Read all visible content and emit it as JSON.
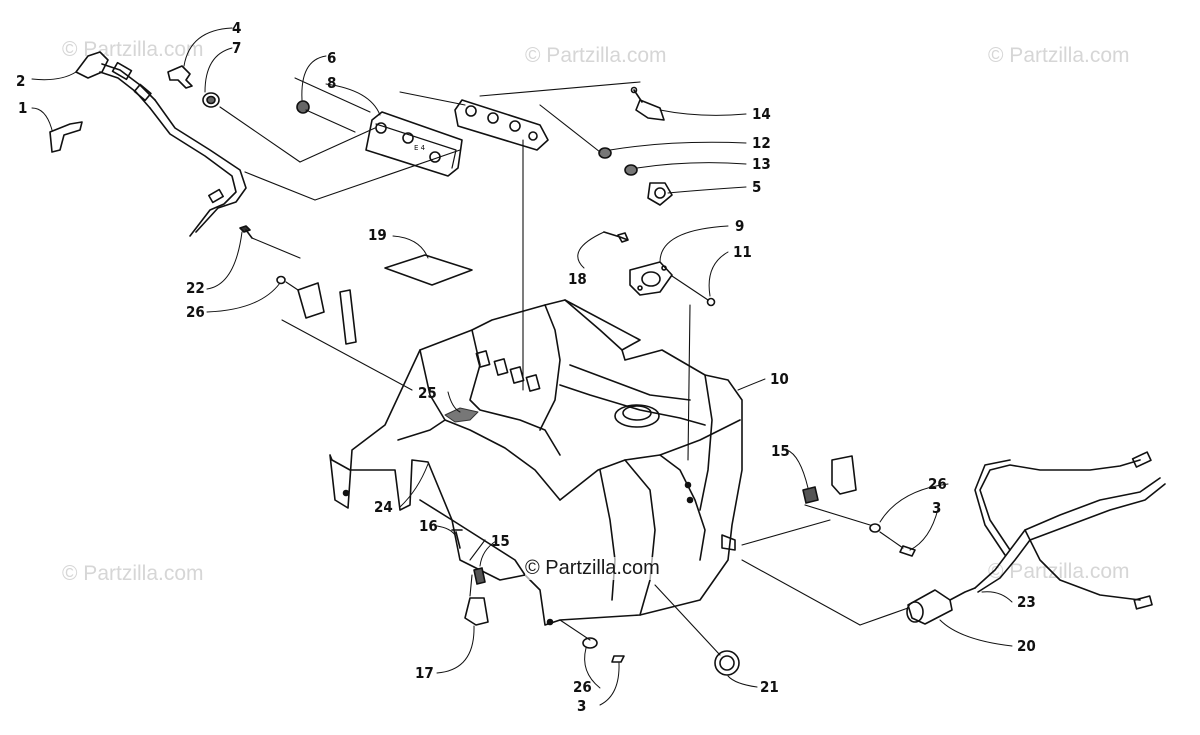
{
  "watermarks": [
    "© Partzilla.com",
    "© Partzilla.com",
    "© Partzilla.com",
    "© Partzilla.com",
    "© Partzilla.com",
    "© Partzilla.com"
  ],
  "callouts": {
    "c1": "1",
    "c2": "2",
    "c3a": "3",
    "c3b": "3",
    "c4": "4",
    "c5": "5",
    "c6": "6",
    "c7": "7",
    "c8": "8",
    "c9": "9",
    "c10": "10",
    "c11": "11",
    "c12": "12",
    "c13": "13",
    "c14": "14",
    "c15a": "15",
    "c15b": "15",
    "c16": "16",
    "c17": "17",
    "c18": "18",
    "c19": "19",
    "c20": "20",
    "c21": "21",
    "c22": "22",
    "c23": "23",
    "c24": "24",
    "c25": "25",
    "c26a": "26",
    "c26b": "26",
    "c26c": "26"
  }
}
